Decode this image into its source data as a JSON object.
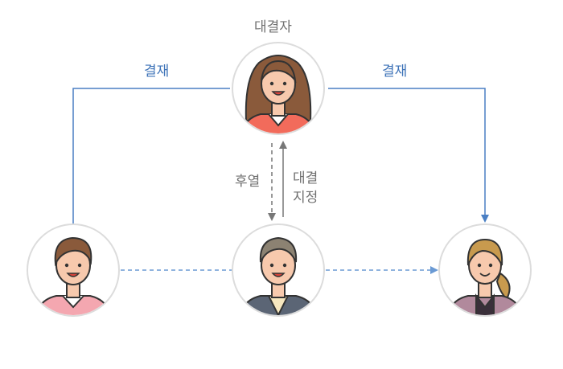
{
  "labels": {
    "substitute_role": "대결자",
    "approve_left": "결재",
    "approve_right": "결재",
    "delegate_back": "후열",
    "designate_line1": "대결",
    "designate_line2": "지정"
  },
  "colors": {
    "approval_line": "#4a7fc4",
    "designation_arrow": "#777777",
    "flow_dashed": "#6a9ad4",
    "circle_border": "#dcdcdc"
  },
  "nodes": [
    {
      "id": "substitute",
      "icon": "woman-long-brown-hair-avatar"
    },
    {
      "id": "drafter",
      "icon": "man-pink-shirt-avatar"
    },
    {
      "id": "absent-approver",
      "icon": "man-gray-suit-avatar"
    },
    {
      "id": "final-approver",
      "icon": "woman-ponytail-avatar"
    }
  ]
}
